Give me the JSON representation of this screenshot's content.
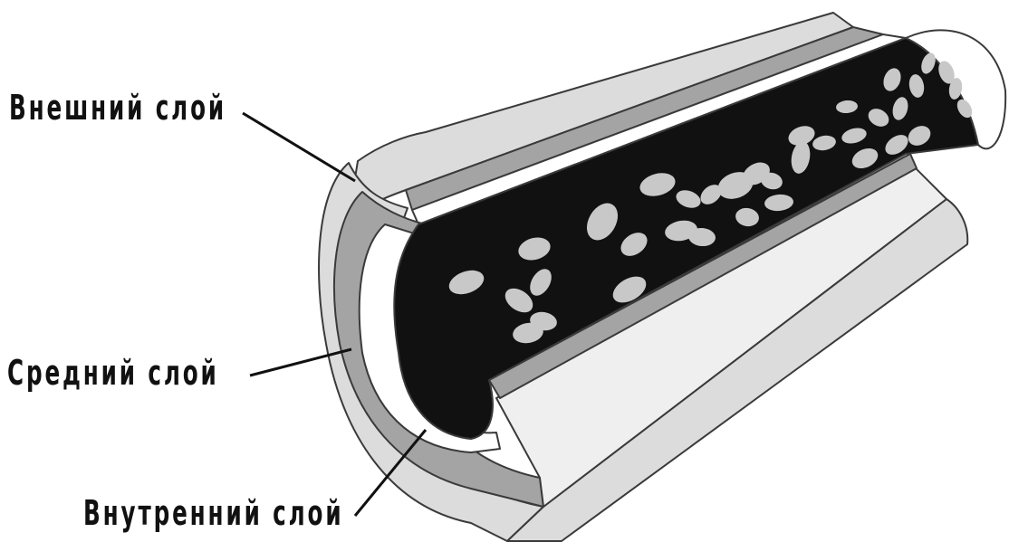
{
  "labels": {
    "outer": "Внешний слой",
    "middle": "Средний слой",
    "inner": "Внутренний слой"
  },
  "colors": {
    "outer_layer": "#dcdcdc",
    "middle_layer": "#a4a4a4",
    "inner_layer": "#ffffff",
    "lumen": "#111111",
    "blood_cells": "#c8c8c8",
    "outline": "#3a3a3a"
  },
  "icons": {
    "vessel": "blood-vessel-cross-section",
    "cells": "blood-cell-icon"
  }
}
